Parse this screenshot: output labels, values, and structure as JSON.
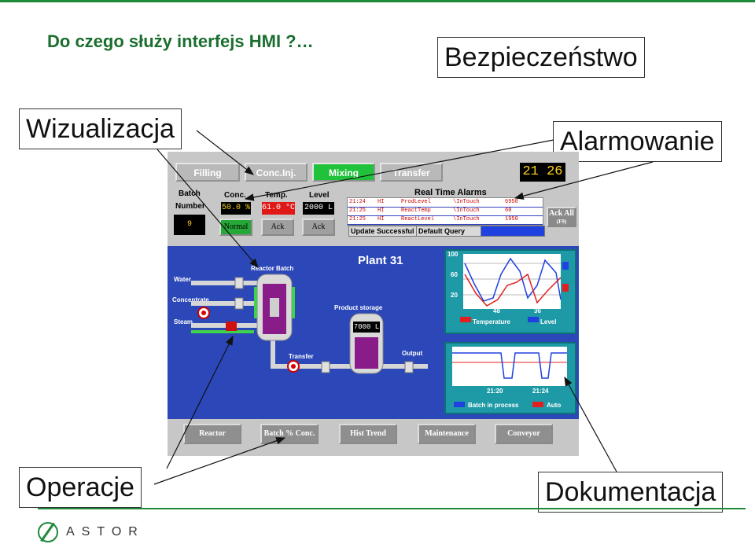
{
  "slide": {
    "title": "Do czego służy interfejs HMI ?…",
    "callouts": {
      "security": "Bezpieczeństwo",
      "visualization": "Wizualizacja",
      "alarming": "Alarmowanie",
      "operations": "Operacje",
      "documentation": "Dokumentacja"
    },
    "logo_text": "ASTOR",
    "accent_color": "#1f8a3a"
  },
  "hmi": {
    "tabs": [
      "Filling",
      "Conc.Inj.",
      "Mixing",
      "Transfer"
    ],
    "active_tab": "Mixing",
    "clock": "21 26",
    "batch_label_1": "Batch",
    "batch_label_2": "Number",
    "batch_value": "9",
    "columns": {
      "conc": {
        "label": "Conc.",
        "value": "50.0 %",
        "button": "Normal"
      },
      "temp": {
        "label": "Temp.",
        "value": "61.0 °C",
        "button": "Ack"
      },
      "level": {
        "label": "Level",
        "value": "2000 L",
        "button": "Ack"
      }
    },
    "alarms": {
      "title": "Real Time Alarms",
      "rows": [
        [
          "21:24",
          "HI",
          "ProdLevel",
          "\\InTouch",
          "6950"
        ],
        [
          "21:25",
          "HI",
          "ReactTemp",
          "\\InTouch",
          "60"
        ],
        [
          "21:25",
          "HI",
          "ReactLevel",
          "\\InTouch",
          "1950"
        ]
      ],
      "ack_all": "Ack All",
      "ack_all_key": "(F9)",
      "status_1": "Update Successful",
      "status_2": "Default Query"
    },
    "plant": {
      "title": "Plant 31",
      "labels": {
        "water": "Water",
        "concentrate": "Concentrate",
        "steam": "Steam",
        "reactor": "Reactor Batch",
        "storage": "Product storage",
        "transfer": "Transfer",
        "output": "Output"
      },
      "storage_value": "7000 L"
    },
    "trend_top": {
      "y_ticks": [
        "100",
        "60",
        "20"
      ],
      "x_ticks": [
        "48",
        "36"
      ],
      "legend": [
        "Temperature",
        "Level"
      ],
      "colors": [
        "#e02020",
        "#2040e0"
      ]
    },
    "trend_bottom": {
      "x_ticks": [
        "21:20",
        "21:24"
      ],
      "legend": [
        "Batch in process",
        "Auto"
      ],
      "colors": [
        "#2040e0",
        "#e02020"
      ]
    },
    "bottom_buttons": [
      "Reactor",
      "Batch % Conc.",
      "Hist Trend",
      "Maintenance",
      "Conveyor"
    ]
  }
}
